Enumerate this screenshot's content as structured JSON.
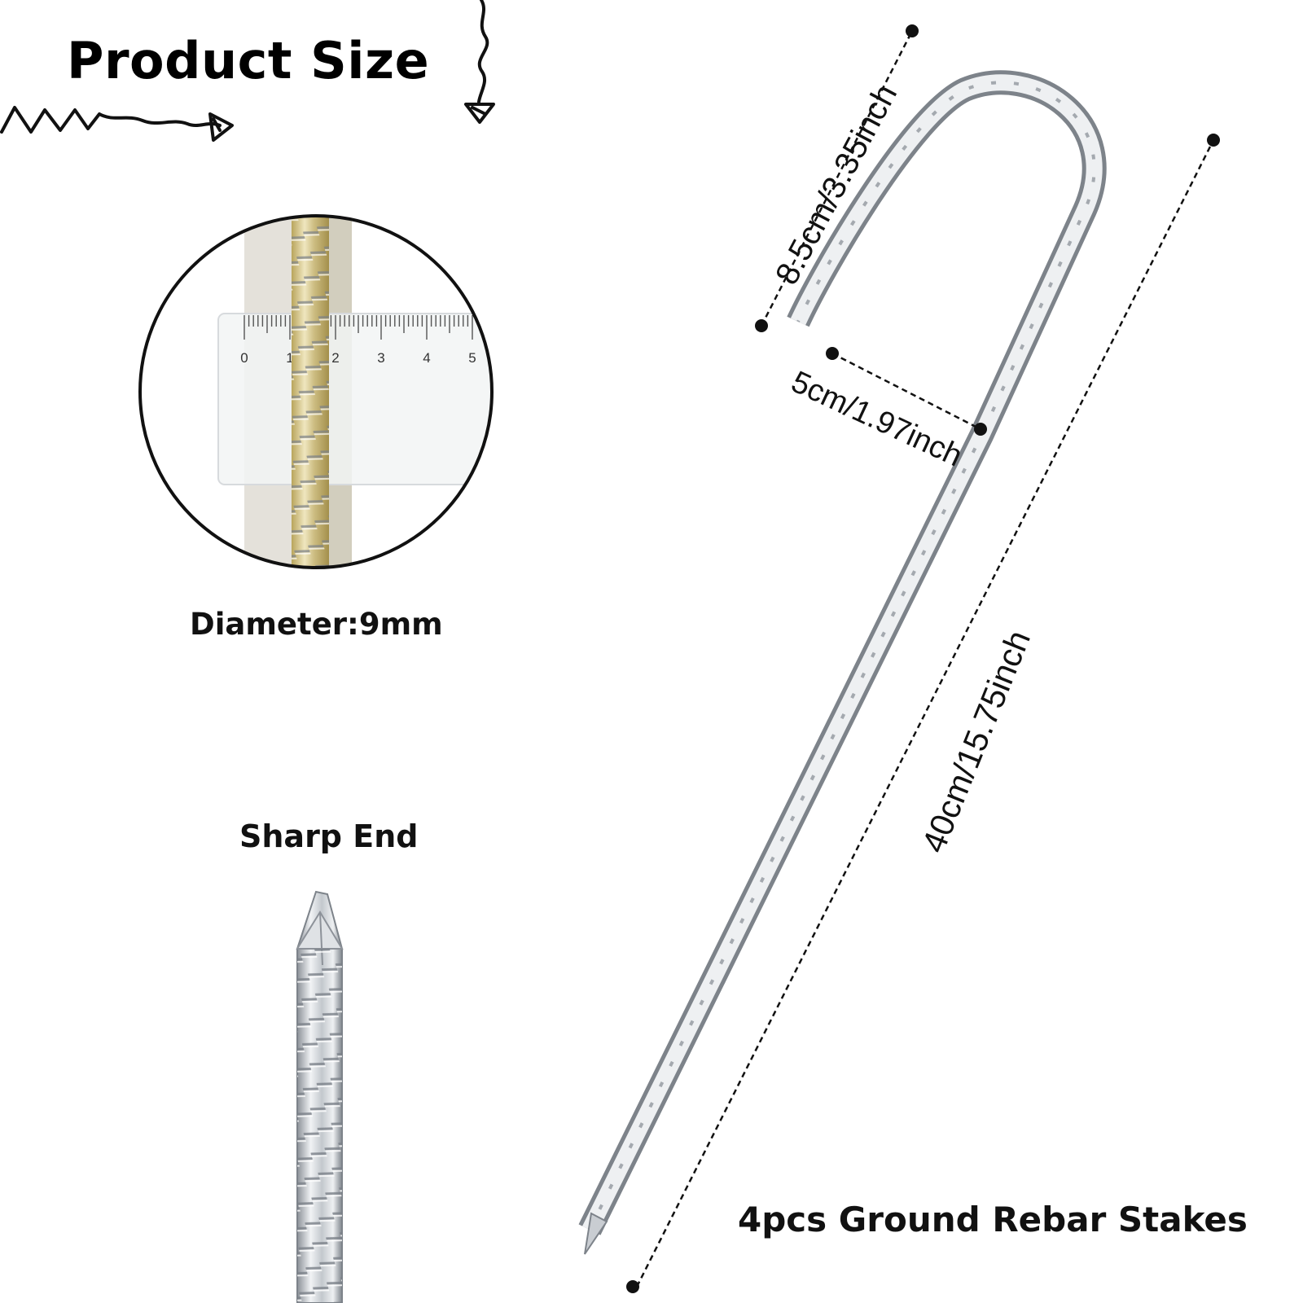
{
  "title": "Product Size",
  "labels": {
    "diameter": "Diameter:9mm",
    "sharp_end": "Sharp End",
    "product_name": "4pcs Ground Rebar Stakes"
  },
  "dimensions": {
    "hook_height": "8.5cm/3.35inch",
    "hook_gap": "5cm/1.97inch",
    "total_length": "40cm/15.75inch"
  },
  "ruler": {
    "ticks": [
      "0",
      "1",
      "2",
      "3",
      "4",
      "5"
    ]
  },
  "colors": {
    "text": "#000000",
    "metal_light": "#eef0f2",
    "metal_mid": "#b9bec4",
    "metal_dark": "#7d838a",
    "brass": "#d8c98a"
  }
}
